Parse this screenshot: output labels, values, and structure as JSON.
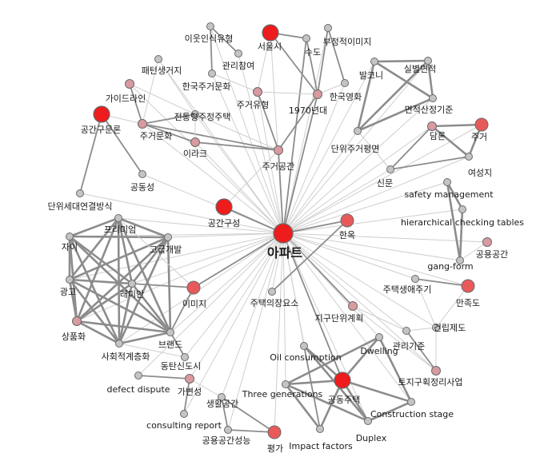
{
  "nodes": [
    {
      "id": "apt",
      "label": "아파트",
      "tier": "hub"
    },
    {
      "id": "iut",
      "label": "이웃인식유형",
      "tier": "gray"
    },
    {
      "id": "seoul",
      "label": "서울시",
      "tier": "big"
    },
    {
      "id": "sudo",
      "label": "수도",
      "tier": "gray"
    },
    {
      "id": "bujeong",
      "label": "부정적이미지",
      "tier": "gray"
    },
    {
      "id": "gwanli",
      "label": "관리참여",
      "tier": "gray"
    },
    {
      "id": "paeteon",
      "label": "패턴생거지",
      "tier": "gray"
    },
    {
      "id": "hanjugeo",
      "label": "한국주거문화",
      "tier": "gray"
    },
    {
      "id": "guide",
      "label": "가이드라인",
      "tier": "pink"
    },
    {
      "id": "jugeoyh",
      "label": "주거유형",
      "tier": "pink"
    },
    {
      "id": "y1970",
      "label": "1970년대",
      "tier": "pink"
    },
    {
      "id": "hanyeong",
      "label": "한국영화",
      "tier": "gray"
    },
    {
      "id": "balk",
      "label": "발코니",
      "tier": "gray"
    },
    {
      "id": "silbyeol",
      "label": "실별면적",
      "tier": "gray"
    },
    {
      "id": "myeonjeok",
      "label": "면적산정기준",
      "tier": "gray"
    },
    {
      "id": "gonggu",
      "label": "공간구문론",
      "tier": "big"
    },
    {
      "id": "jugeomun",
      "label": "주거문화",
      "tier": "pink"
    },
    {
      "id": "jeontong",
      "label": "전통형주정주택",
      "tier": "gray"
    },
    {
      "id": "iraq",
      "label": "이라크",
      "tier": "pink"
    },
    {
      "id": "danwi",
      "label": "단위주거평면",
      "tier": "gray"
    },
    {
      "id": "damron",
      "label": "담론",
      "tier": "pink"
    },
    {
      "id": "jugeo",
      "label": "주거",
      "tier": "red"
    },
    {
      "id": "jugeogong",
      "label": "주거공간",
      "tier": "pink"
    },
    {
      "id": "gongdong",
      "label": "공동성",
      "tier": "gray"
    },
    {
      "id": "sinmun",
      "label": "신문",
      "tier": "gray"
    },
    {
      "id": "yeoseong",
      "label": "여성지",
      "tier": "gray"
    },
    {
      "id": "danwise",
      "label": "단위세대연결방식",
      "tier": "gray"
    },
    {
      "id": "safety",
      "label": "safety management",
      "tier": "gray"
    },
    {
      "id": "gonggan",
      "label": "공간구성",
      "tier": "big"
    },
    {
      "id": "hierarchical",
      "label": "hierarchical checking tables",
      "tier": "gray"
    },
    {
      "id": "premium",
      "label": "프리미엄",
      "tier": "gray"
    },
    {
      "id": "hanok",
      "label": "한옥",
      "tier": "red"
    },
    {
      "id": "jai",
      "label": "자이",
      "tier": "gray"
    },
    {
      "id": "gochae",
      "label": "고급개발",
      "tier": "gray"
    },
    {
      "id": "gongyong",
      "label": "공용공간",
      "tier": "pink"
    },
    {
      "id": "gangform",
      "label": "gang-form",
      "tier": "gray"
    },
    {
      "id": "gwanggo",
      "label": "광고",
      "tier": "gray"
    },
    {
      "id": "raemian",
      "label": "래미안",
      "tier": "gray"
    },
    {
      "id": "image",
      "label": "이미지",
      "tier": "red"
    },
    {
      "id": "jutaeksaeng",
      "label": "주택생애주기",
      "tier": "gray"
    },
    {
      "id": "manjok",
      "label": "만족도",
      "tier": "red"
    },
    {
      "id": "jutaekui",
      "label": "주택의장요소",
      "tier": "gray"
    },
    {
      "id": "jigu",
      "label": "지구단위계획",
      "tier": "pink"
    },
    {
      "id": "sangpum",
      "label": "상품화",
      "tier": "pink"
    },
    {
      "id": "geonrip",
      "label": "건립제도",
      "tier": "gray"
    },
    {
      "id": "brand",
      "label": "브랜드",
      "tier": "gray"
    },
    {
      "id": "sahoe",
      "label": "사회적계층화",
      "tier": "gray"
    },
    {
      "id": "gwanligi",
      "label": "관리기준",
      "tier": "gray"
    },
    {
      "id": "dwelling",
      "label": "Dwelling",
      "tier": "gray"
    },
    {
      "id": "oil",
      "label": "Oil consumption",
      "tier": "gray"
    },
    {
      "id": "dongtan",
      "label": "동탄신도시",
      "tier": "gray"
    },
    {
      "id": "toji",
      "label": "토지구획정리사업",
      "tier": "pink"
    },
    {
      "id": "defect",
      "label": "defect dispute",
      "tier": "gray"
    },
    {
      "id": "gabyeon",
      "label": "가변성",
      "tier": "pink"
    },
    {
      "id": "three",
      "label": "Three generations",
      "tier": "gray"
    },
    {
      "id": "gongdongju",
      "label": "공동주택",
      "tier": "big"
    },
    {
      "id": "saenghwal",
      "label": "생활공간",
      "tier": "gray"
    },
    {
      "id": "construction",
      "label": "Construction stage",
      "tier": "gray"
    },
    {
      "id": "consulting",
      "label": "consulting report",
      "tier": "gray"
    },
    {
      "id": "gongyongsung",
      "label": "공용공간성능",
      "tier": "gray"
    },
    {
      "id": "impact",
      "label": "Impact factors",
      "tier": "gray"
    },
    {
      "id": "duplex",
      "label": "Duplex",
      "tier": "gray"
    },
    {
      "id": "pyeongga",
      "label": "평가",
      "tier": "red"
    }
  ],
  "edges": [
    [
      "apt",
      "iut",
      1
    ],
    [
      "apt",
      "seoul",
      1
    ],
    [
      "apt",
      "sudo",
      2
    ],
    [
      "apt",
      "bujeong",
      1
    ],
    [
      "apt",
      "gwanli",
      1
    ],
    [
      "apt",
      "paeteon",
      1
    ],
    [
      "apt",
      "hanjugeo",
      1
    ],
    [
      "apt",
      "guide",
      1
    ],
    [
      "apt",
      "jugeoyh",
      1
    ],
    [
      "apt",
      "y1970",
      2
    ],
    [
      "apt",
      "hanyeong",
      1
    ],
    [
      "apt",
      "balk",
      1
    ],
    [
      "apt",
      "silbyeol",
      1
    ],
    [
      "apt",
      "myeonjeok",
      1
    ],
    [
      "apt",
      "jugeomun",
      1
    ],
    [
      "apt",
      "jeontong",
      1
    ],
    [
      "apt",
      "iraq",
      1
    ],
    [
      "apt",
      "danwi",
      1
    ],
    [
      "apt",
      "damron",
      1
    ],
    [
      "apt",
      "jugeo",
      1
    ],
    [
      "apt",
      "jugeogong",
      2
    ],
    [
      "apt",
      "gongdong",
      1
    ],
    [
      "apt",
      "sinmun",
      1
    ],
    [
      "apt",
      "yeoseong",
      1
    ],
    [
      "apt",
      "danwise",
      1
    ],
    [
      "apt",
      "safety",
      1
    ],
    [
      "apt",
      "gonggan",
      2
    ],
    [
      "apt",
      "hierarchical",
      1
    ],
    [
      "apt",
      "premium",
      1
    ],
    [
      "apt",
      "hanok",
      2
    ],
    [
      "apt",
      "jai",
      1
    ],
    [
      "apt",
      "gochae",
      1
    ],
    [
      "apt",
      "gongyong",
      1
    ],
    [
      "apt",
      "gangform",
      1
    ],
    [
      "apt",
      "gwanggo",
      1
    ],
    [
      "apt",
      "raemian",
      1
    ],
    [
      "apt",
      "image",
      2
    ],
    [
      "apt",
      "jutaeksaeng",
      1
    ],
    [
      "apt",
      "manjok",
      1
    ],
    [
      "apt",
      "jutaekui",
      1
    ],
    [
      "apt",
      "jigu",
      2
    ],
    [
      "apt",
      "sangpum",
      1
    ],
    [
      "apt",
      "geonrip",
      1
    ],
    [
      "apt",
      "brand",
      1
    ],
    [
      "apt",
      "sahoe",
      1
    ],
    [
      "apt",
      "gwanligi",
      1
    ],
    [
      "apt",
      "dwelling",
      1
    ],
    [
      "apt",
      "oil",
      1
    ],
    [
      "apt",
      "dongtan",
      1
    ],
    [
      "apt",
      "toji",
      1
    ],
    [
      "apt",
      "gabyeon",
      1
    ],
    [
      "apt",
      "three",
      1
    ],
    [
      "apt",
      "gongdongju",
      2
    ],
    [
      "apt",
      "saenghwal",
      1
    ],
    [
      "apt",
      "construction",
      1
    ],
    [
      "apt",
      "gongyongsung",
      1
    ],
    [
      "apt",
      "impact",
      1
    ],
    [
      "apt",
      "duplex",
      1
    ],
    [
      "apt",
      "pyeongga",
      1
    ],
    [
      "apt",
      "defect",
      1
    ],
    [
      "apt",
      "consulting",
      1
    ],
    [
      "iut",
      "gwanli",
      2
    ],
    [
      "iut",
      "hanjugeo",
      2
    ],
    [
      "seoul",
      "sudo",
      2
    ],
    [
      "seoul",
      "y1970",
      2
    ],
    [
      "seoul",
      "jugeoyh",
      1
    ],
    [
      "sudo",
      "y1970",
      2
    ],
    [
      "bujeong",
      "y1970",
      2
    ],
    [
      "bujeong",
      "hanyeong",
      2
    ],
    [
      "paeteon",
      "jeontong",
      1
    ],
    [
      "paeteon",
      "jugeomun",
      1
    ],
    [
      "hanjugeo",
      "jugeoyh",
      1
    ],
    [
      "guide",
      "jugeomun",
      2
    ],
    [
      "guide",
      "jeontong",
      1
    ],
    [
      "jugeoyh",
      "y1970",
      1
    ],
    [
      "jugeoyh",
      "jugeogong",
      2
    ],
    [
      "y1970",
      "hanyeong",
      1
    ],
    [
      "y1970",
      "jugeogong",
      2
    ],
    [
      "balk",
      "silbyeol",
      3
    ],
    [
      "balk",
      "myeonjeok",
      3
    ],
    [
      "balk",
      "danwi",
      3
    ],
    [
      "silbyeol",
      "myeonjeok",
      3
    ],
    [
      "silbyeol",
      "danwi",
      3
    ],
    [
      "myeonjeok",
      "danwi",
      3
    ],
    [
      "gonggu",
      "jugeomun",
      1
    ],
    [
      "gonggu",
      "gongdong",
      2
    ],
    [
      "gonggu",
      "danwise",
      2
    ],
    [
      "jugeomun",
      "iraq",
      2
    ],
    [
      "jugeomun",
      "jeontong",
      2
    ],
    [
      "jugeomun",
      "jugeogong",
      2
    ],
    [
      "jeontong",
      "jugeogong",
      1
    ],
    [
      "jeontong",
      "iraq",
      1
    ],
    [
      "iraq",
      "jugeogong",
      2
    ],
    [
      "damron",
      "jugeo",
      3
    ],
    [
      "damron",
      "yeoseong",
      3
    ],
    [
      "damron",
      "sinmun",
      2
    ],
    [
      "jugeo",
      "yeoseong",
      3
    ],
    [
      "sinmun",
      "yeoseong",
      2
    ],
    [
      "sinmun",
      "danwi",
      1
    ],
    [
      "safety",
      "hierarchical",
      3
    ],
    [
      "safety",
      "gangform",
      3
    ],
    [
      "hierarchical",
      "gangform",
      3
    ],
    [
      "gongyong",
      "gangform",
      1
    ],
    [
      "jutaeksaeng",
      "manjok",
      2
    ],
    [
      "jutaeksaeng",
      "geonrip",
      1
    ],
    [
      "manjok",
      "geonrip",
      1
    ],
    [
      "gwanligi",
      "toji",
      2
    ],
    [
      "geonrip",
      "gwanligi",
      1
    ],
    [
      "geonrip",
      "toji",
      1
    ],
    [
      "gwanligi",
      "jigu",
      1
    ],
    [
      "dwelling",
      "gongdongju",
      3
    ],
    [
      "dwelling",
      "three",
      3
    ],
    [
      "dwelling",
      "construction",
      3
    ],
    [
      "oil",
      "gongdongju",
      3
    ],
    [
      "oil",
      "duplex",
      3
    ],
    [
      "oil",
      "impact",
      2
    ],
    [
      "three",
      "gongdongju",
      3
    ],
    [
      "three",
      "impact",
      3
    ],
    [
      "three",
      "duplex",
      3
    ],
    [
      "gongdongju",
      "construction",
      3
    ],
    [
      "gongdongju",
      "duplex",
      3
    ],
    [
      "gongdongju",
      "impact",
      3
    ],
    [
      "construction",
      "duplex",
      3
    ],
    [
      "saenghwal",
      "gongyongsung",
      2
    ],
    [
      "saenghwal",
      "pyeongga",
      2
    ],
    [
      "gongyongsung",
      "pyeongga",
      2
    ],
    [
      "defect",
      "gabyeon",
      2
    ],
    [
      "consulting",
      "gabyeon",
      2
    ],
    [
      "gabyeon",
      "saenghwal",
      1
    ],
    [
      "premium",
      "jai",
      3
    ],
    [
      "premium",
      "gochae",
      3
    ],
    [
      "premium",
      "gwanggo",
      3
    ],
    [
      "premium",
      "raemian",
      3
    ],
    [
      "premium",
      "sangpum",
      3
    ],
    [
      "premium",
      "brand",
      3
    ],
    [
      "premium",
      "sahoe",
      3
    ],
    [
      "jai",
      "gochae",
      3
    ],
    [
      "jai",
      "gwanggo",
      3
    ],
    [
      "jai",
      "raemian",
      3
    ],
    [
      "jai",
      "sangpum",
      3
    ],
    [
      "jai",
      "brand",
      3
    ],
    [
      "jai",
      "sahoe",
      3
    ],
    [
      "gochae",
      "raemian",
      3
    ],
    [
      "gochae",
      "brand",
      3
    ],
    [
      "gochae",
      "sahoe",
      3
    ],
    [
      "gochae",
      "gwanggo",
      3
    ],
    [
      "gochae",
      "sangpum",
      3
    ],
    [
      "gwanggo",
      "raemian",
      3
    ],
    [
      "gwanggo",
      "sangpum",
      3
    ],
    [
      "gwanggo",
      "brand",
      3
    ],
    [
      "gwanggo",
      "sahoe",
      3
    ],
    [
      "raemian",
      "sangpum",
      3
    ],
    [
      "raemian",
      "brand",
      3
    ],
    [
      "raemian",
      "sahoe",
      3
    ],
    [
      "sangpum",
      "brand",
      3
    ],
    [
      "sangpum",
      "sahoe",
      3
    ],
    [
      "brand",
      "sahoe",
      3
    ],
    [
      "image",
      "brand",
      2
    ],
    [
      "image",
      "raemian",
      2
    ],
    [
      "image",
      "premium",
      1
    ],
    [
      "brand",
      "dongtan",
      2
    ],
    [
      "gonggan",
      "jugeogong",
      1
    ],
    [
      "hanok",
      "jutaekui",
      2
    ],
    [
      "jigu",
      "toji",
      1
    ],
    [
      "dongtan",
      "sahoe",
      1
    ]
  ],
  "colors": {
    "hub": "#ee1c1c",
    "big": "#ee1c1c",
    "red": "#e85a5a",
    "pink": "#d99aa0",
    "gray": "#c4c4c4",
    "stroke": "#6a6a6a",
    "edge": "#8c8c8c",
    "edge_light": "#cfcfcf"
  }
}
